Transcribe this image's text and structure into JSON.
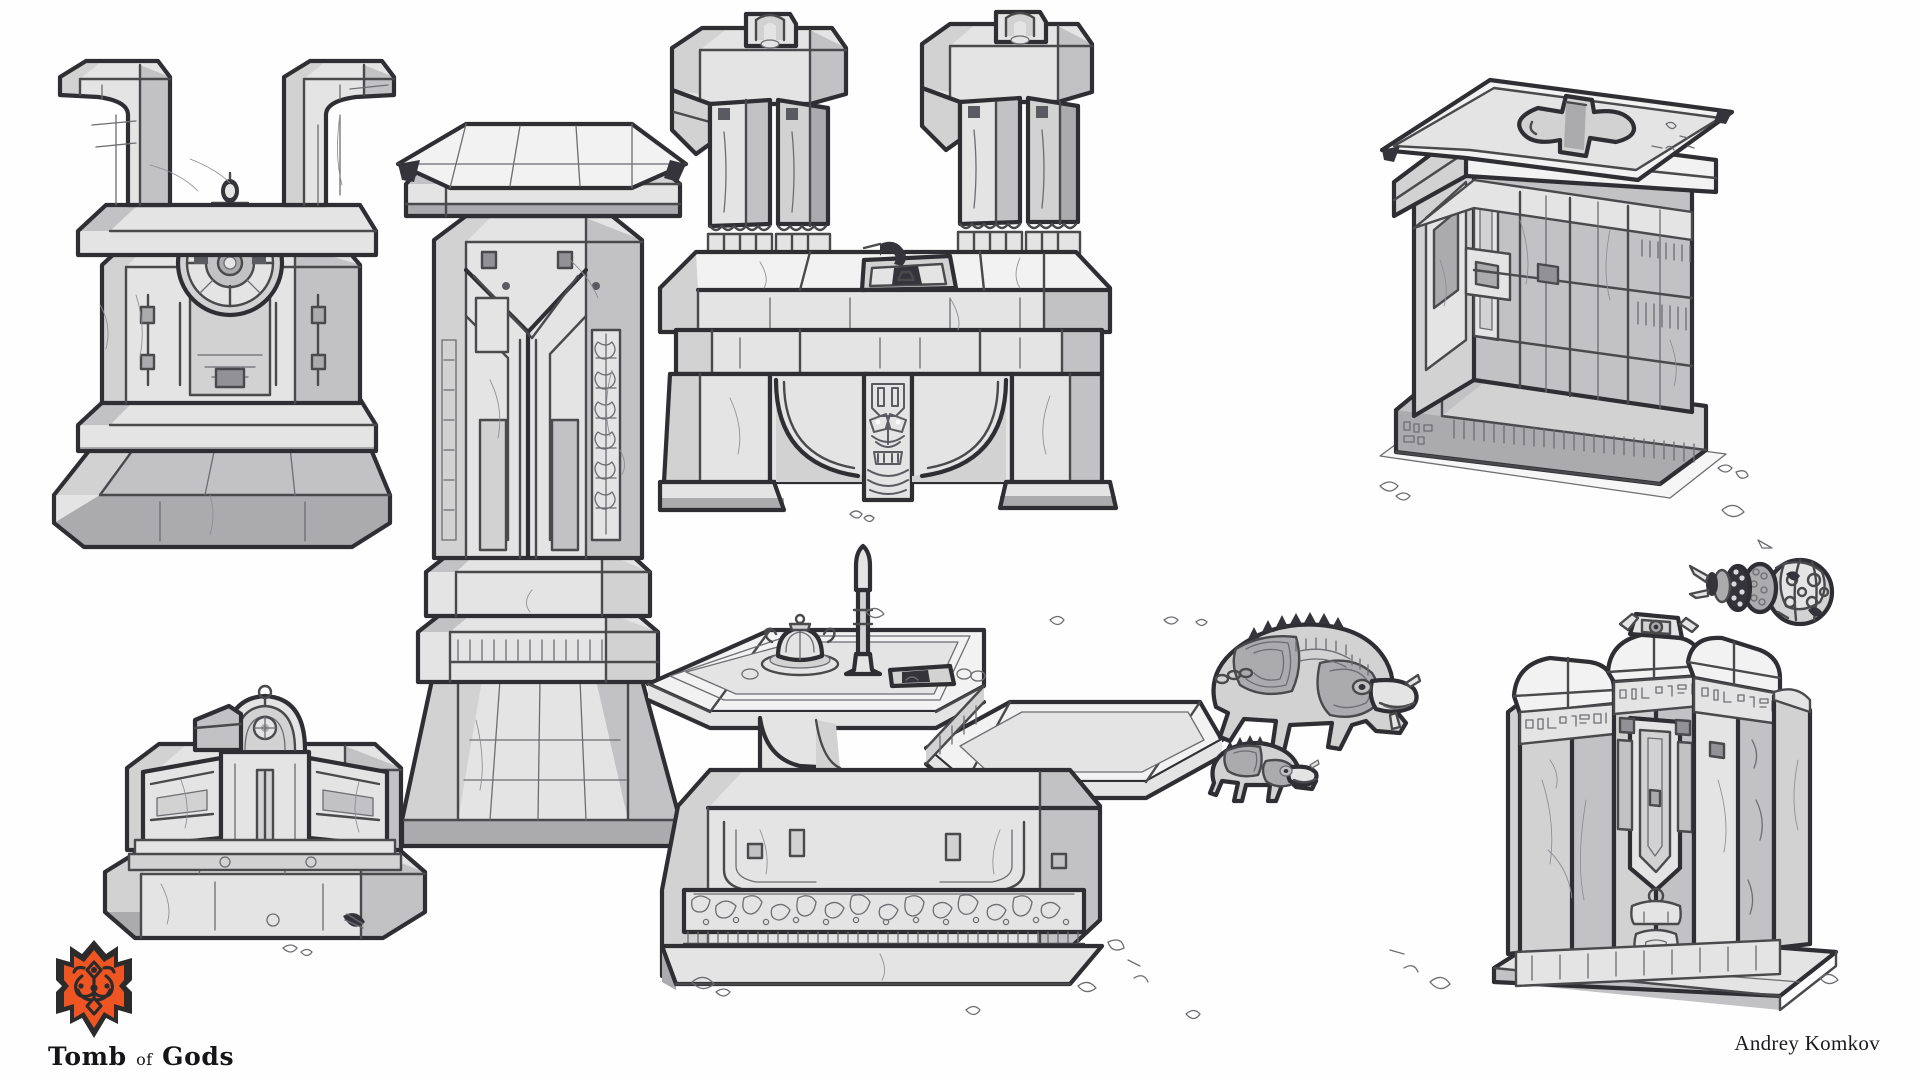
{
  "sheet": {
    "title": "Tomb of Gods",
    "subject": "Environment prop concept sheet — tomb architecture, altars and idols",
    "background_color": "#ffffff",
    "medium": "digital greyscale sketch / concept art",
    "palette": {
      "ink_hard": "#2f2f33",
      "ink": "#4a4a4d",
      "ink_thin": "#6d6d72",
      "lightest": "#f2f2f2",
      "light": "#e4e4e4",
      "mid": "#d2d2d3",
      "dark": "#ababae",
      "deep": "#73737a",
      "shadow": "#5a5a61",
      "logo_orange": "#ef5522",
      "logo_ink": "#2b2b2b"
    }
  },
  "branding": {
    "logo_icon": "tomb-crest-icon",
    "wordmark_part1": "Tomb",
    "wordmark_part2": "of",
    "wordmark_part3": "Gods",
    "logo_orange": "#ef5522",
    "logo_ink": "#2b2b2b"
  },
  "credit": {
    "artist": "Andrey Komkov"
  },
  "assets": [
    {
      "id": "twin-pylon-gate",
      "label": "Twin Pylon Gate with Gear Medallion",
      "position": "top-left",
      "features": [
        "twin flaring pylons",
        "circular gear medallion",
        "stepped plinth base",
        "small finial lamp"
      ]
    },
    {
      "id": "grand-column",
      "label": "Grand Ornamented Column",
      "position": "centre-left",
      "features": [
        "flared capital slab",
        "chevron relief shafts",
        "carved filigree strip",
        "stepped flaring base"
      ]
    },
    {
      "id": "ceremonial-archway",
      "label": "Ceremonial Archway with Idol Mask",
      "position": "top-centre",
      "features": [
        "two chimney pylons",
        "heavy lintel block",
        "central carved mask relief",
        "twin draped arches"
      ]
    },
    {
      "id": "cross-altar-tower",
      "label": "Cross-Seal Altar Tower",
      "position": "top-right",
      "features": [
        "raised cross relief lid",
        "corniced cap",
        "glyph frieze band",
        "rubble base"
      ]
    },
    {
      "id": "reliquary-shrine",
      "label": "Reliquary Shrine on Plinth",
      "position": "bottom-left",
      "features": [
        "arched niche crown",
        "flanking wing blocks",
        "low stepped plinth"
      ]
    },
    {
      "id": "offering-table",
      "label": "Offering Table / Sarcophagus Slab",
      "position": "bottom-centre",
      "features": [
        "split stepped tabletops",
        "ritual urn",
        "candle stand",
        "engraved filigree frieze"
      ]
    },
    {
      "id": "beast-idols",
      "label": "Guardian Beast Idols",
      "position": "centre-right",
      "features": [
        "large armoured boar idol",
        "small boar idol",
        "spined ridge plates"
      ]
    },
    {
      "id": "scepter-head",
      "label": "Ornate Scepter / Mace Head",
      "position": "right",
      "features": [
        "spiked collar",
        "engraved orb",
        "beaded ring"
      ]
    },
    {
      "id": "clustered-pillars",
      "label": "Clustered Glyph Pillars",
      "position": "bottom-right",
      "features": [
        "four bundled shafts",
        "glyph frieze band",
        "central blade panel",
        "flat base slab"
      ]
    }
  ]
}
